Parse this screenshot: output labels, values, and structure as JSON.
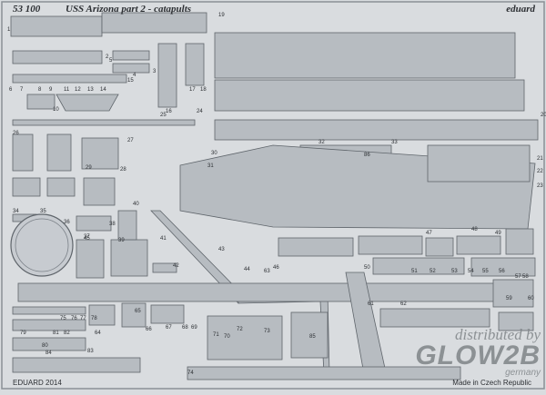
{
  "header": {
    "set_number": "53 100",
    "title": "USS Arizona part 2 - catapults",
    "brand": "eduard"
  },
  "footer": {
    "copyright": "EDUARD 2014",
    "origin": "Made in Czech Republic"
  },
  "watermark": {
    "line1": "distributed by",
    "line2": "GLOW2B",
    "line3": "germany"
  },
  "part_numbers": [
    "1",
    "2",
    "3",
    "4",
    "5",
    "6",
    "7",
    "8",
    "9",
    "10",
    "11",
    "12",
    "13",
    "14",
    "15",
    "16",
    "17",
    "18",
    "19",
    "20",
    "21",
    "22",
    "23",
    "24",
    "25",
    "26",
    "27",
    "28",
    "29",
    "30",
    "31",
    "32",
    "33",
    "34",
    "35",
    "36",
    "37",
    "38",
    "39",
    "40",
    "41",
    "42",
    "43",
    "44",
    "45",
    "46",
    "47",
    "48",
    "49",
    "50",
    "51",
    "52",
    "53",
    "54",
    "55",
    "56",
    "57",
    "58",
    "59",
    "60",
    "61",
    "62",
    "63",
    "64",
    "65",
    "66",
    "67",
    "68",
    "69",
    "70",
    "71",
    "72",
    "73",
    "74",
    "75",
    "76",
    "77",
    "78",
    "79",
    "80",
    "81",
    "82",
    "83",
    "84",
    "85",
    "86"
  ],
  "colors": {
    "fret": "#d9dcdf",
    "metal": "#b7bcc1",
    "edge": "#5f656b",
    "text": "#2c2f33"
  }
}
